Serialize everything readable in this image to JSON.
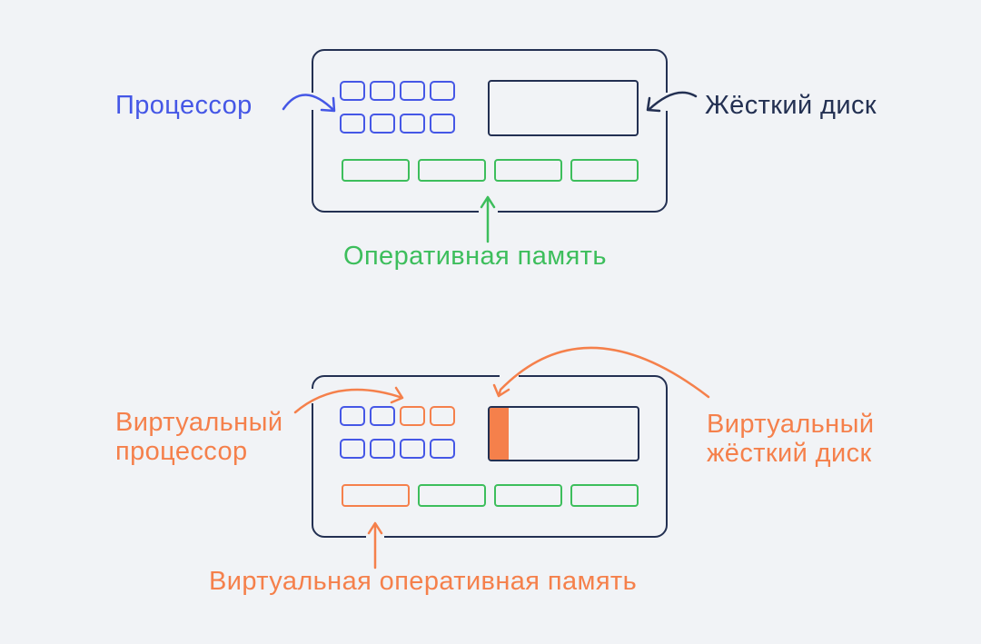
{
  "colors": {
    "bg": "#F1F3F6",
    "navy": "#233052",
    "blue": "#4557E6",
    "green": "#3DBE5C",
    "orange": "#F5804B"
  },
  "physical": {
    "processor_label": "Процессор",
    "disk_label": "Жёсткий диск",
    "ram_label": "Оперативная память",
    "cpu_rows": [
      [
        "blue",
        "blue",
        "blue",
        "blue"
      ],
      [
        "blue",
        "blue",
        "blue",
        "blue"
      ]
    ],
    "ram_cells": [
      "green",
      "green",
      "green",
      "green"
    ],
    "disk_used_percent": 0
  },
  "virtual": {
    "processor_label_line1": "Виртуальный",
    "processor_label_line2": "процессор",
    "disk_label_line1": "Виртуальный",
    "disk_label_line2": "жёсткий диск",
    "ram_label": "Виртуальная оперативная память",
    "cpu_rows": [
      [
        "blue",
        "blue",
        "orange",
        "orange"
      ],
      [
        "blue",
        "blue",
        "blue",
        "blue"
      ]
    ],
    "ram_cells": [
      "orange",
      "green",
      "green",
      "green"
    ],
    "disk_used_percent": 13
  }
}
